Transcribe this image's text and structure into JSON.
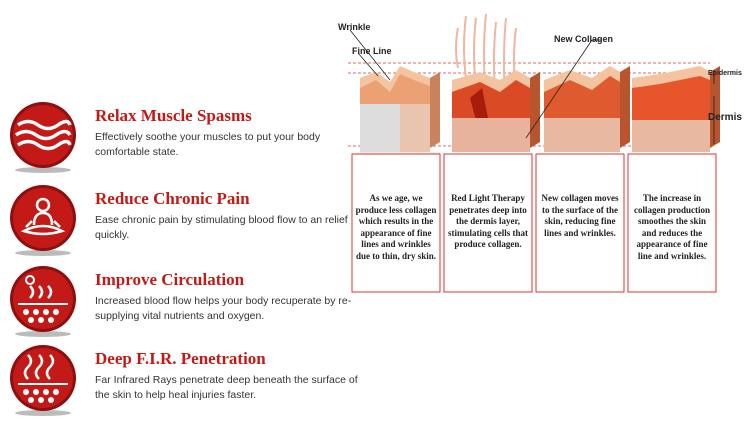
{
  "features": [
    {
      "title": "Relax Muscle Spasms",
      "desc": "Effectively soothe your muscles to put your body comfortable state.",
      "icon": "wave-lines-icon"
    },
    {
      "title": "Reduce Chronic Pain",
      "desc": "Ease chronic pain by stimulating blood flow to an relief quickly.",
      "icon": "meditation-person-icon"
    },
    {
      "title": "Improve Circulation",
      "desc": "Increased blood flow helps your body recuperate by re-supplying vital nutrients and oxygen.",
      "icon": "circulation-arrows-icon"
    },
    {
      "title": "Deep F.I.R. Penetration",
      "desc": "Far Infrared Rays penetrate deep beneath the surface of the skin to help heal injuries faster.",
      "icon": "heat-waves-icon"
    }
  ],
  "diagram": {
    "labels": {
      "wrinkle": "Wrinkle",
      "fine_line": "Fine Line",
      "new_collagen": "New Collagen",
      "epidermis": "Epidermis",
      "dermis": "Dermis"
    },
    "captions": [
      "As we age, we produce less collagen which results in the appearance of fine lines and wrinkles due to thin, dry skin.",
      "Red Light Therapy penetrates deep into the dermis layer, stimulating cells that produce collagen.",
      "New collagen moves to the surface of the skin, reducing fine lines and wrinkles.",
      "The increase in collagen production smoothes the skin and reduces the appearance of fine line and wrinkles."
    ]
  },
  "colors": {
    "accent": "#c41a17",
    "badge_dark": "#8e0f0f",
    "skin_top": "#f0a36e",
    "dermis": "#e05a30"
  }
}
